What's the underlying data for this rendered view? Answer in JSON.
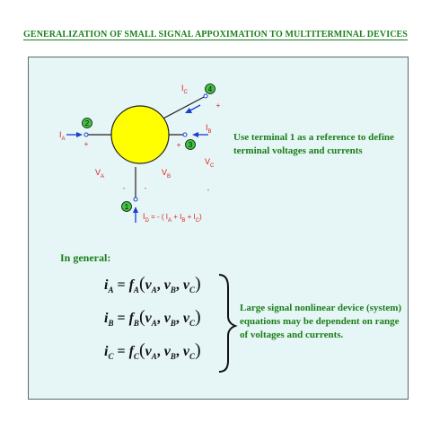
{
  "title": "GENERALIZATION OF SMALL SIGNAL APPOXIMATION TO MULTITERMINAL DEVICES",
  "diagram": {
    "terminals": [
      "1",
      "2",
      "3",
      "4"
    ],
    "current_labels": {
      "ia": {
        "main": "I",
        "sub": "A"
      },
      "ib": {
        "main": "I",
        "sub": "B"
      },
      "ic": {
        "main": "I",
        "sub": "C"
      },
      "id": {
        "main": "I",
        "sub": "D"
      }
    },
    "id_expression_tail": "= - ( I  + I  + I )",
    "id_expression_subs": [
      "A",
      "B",
      "C"
    ],
    "voltage_labels": {
      "va": {
        "main": "V",
        "sub": "A"
      },
      "vb": {
        "main": "V",
        "sub": "B"
      },
      "vc": {
        "main": "V",
        "sub": "C"
      }
    },
    "plus": "+",
    "minus": "-"
  },
  "reference_note": "Use terminal 1 as a reference to define terminal voltages and currents",
  "general_heading": "In general:",
  "equations": [
    {
      "lhs": "i",
      "lhs_sub": "A",
      "eq": " = ",
      "f": "f",
      "f_sub": "A",
      "args": [
        [
          "v",
          "A"
        ],
        [
          "v",
          "B"
        ],
        [
          "v",
          "C"
        ]
      ]
    },
    {
      "lhs": "i",
      "lhs_sub": "B",
      "eq": " = ",
      "f": "f",
      "f_sub": "B",
      "args": [
        [
          "v",
          "A"
        ],
        [
          "v",
          "B"
        ],
        [
          "v",
          "C"
        ]
      ]
    },
    {
      "lhs": "i",
      "lhs_sub": "C",
      "eq": " = ",
      "f": "f",
      "f_sub": "C",
      "args": [
        [
          "v",
          "A"
        ],
        [
          "v",
          "B"
        ],
        [
          "v",
          "C"
        ]
      ]
    }
  ],
  "side_note": "Large signal nonlinear device (system) equations may be dependent on range of voltages and currents.",
  "colors": {
    "title_green": "#1a7f1a",
    "panel_bg": "#e6f5f5",
    "circle_fill": "#ffff00",
    "red": "#e02020",
    "node_green": "#3ec43e",
    "arrow_blue": "#1a3fd0"
  }
}
